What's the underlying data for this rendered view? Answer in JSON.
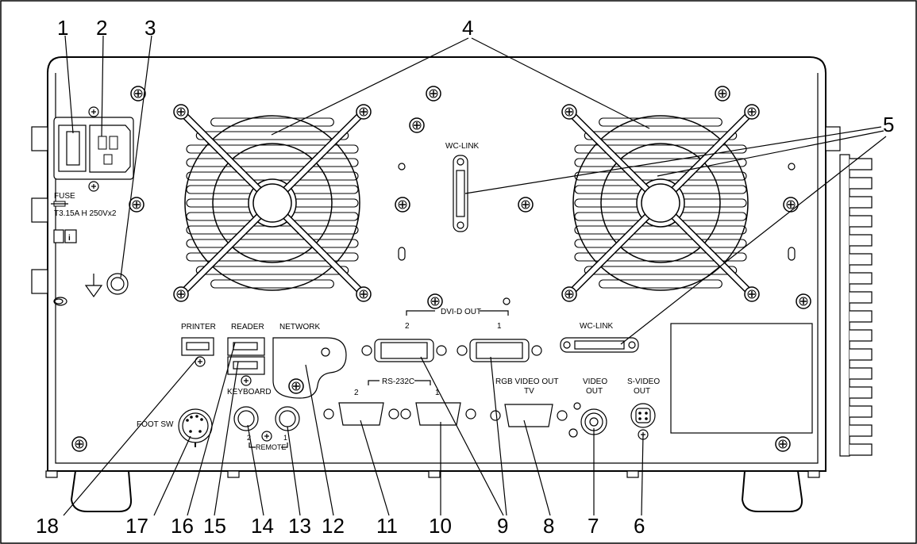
{
  "callouts": {
    "c1": "1",
    "c2": "2",
    "c3": "3",
    "c4": "4",
    "c5": "5",
    "c6": "6",
    "c7": "7",
    "c8": "8",
    "c9": "9",
    "c10": "10",
    "c11": "11",
    "c12": "12",
    "c13": "13",
    "c14": "14",
    "c15": "15",
    "c16": "16",
    "c17": "17",
    "c18": "18"
  },
  "labels": {
    "fuse": "FUSE",
    "fuse_rating": "T3.15A H 250Vx2",
    "wc_link_top": "WC-LINK",
    "wc_link_bottom": "WC-LINK",
    "dvi_out": "DVI-D OUT",
    "dvi_2": "2",
    "dvi_1": "1",
    "rs232c": "RS-232C",
    "rs_2": "2",
    "rs_1": "1",
    "rgb_video_out": "RGB VIDEO OUT",
    "tv": "TV",
    "video_out_1": "VIDEO",
    "video_out_2": "OUT",
    "svideo_out_1": "S-VIDEO",
    "svideo_out_2": "OUT",
    "printer": "PRINTER",
    "reader": "READER",
    "keyboard": "KEYBOARD",
    "network": "NETWORK",
    "foot_sw": "FOOT SW",
    "remote": "REMOTE",
    "remote_2": "2",
    "remote_1": "1"
  }
}
